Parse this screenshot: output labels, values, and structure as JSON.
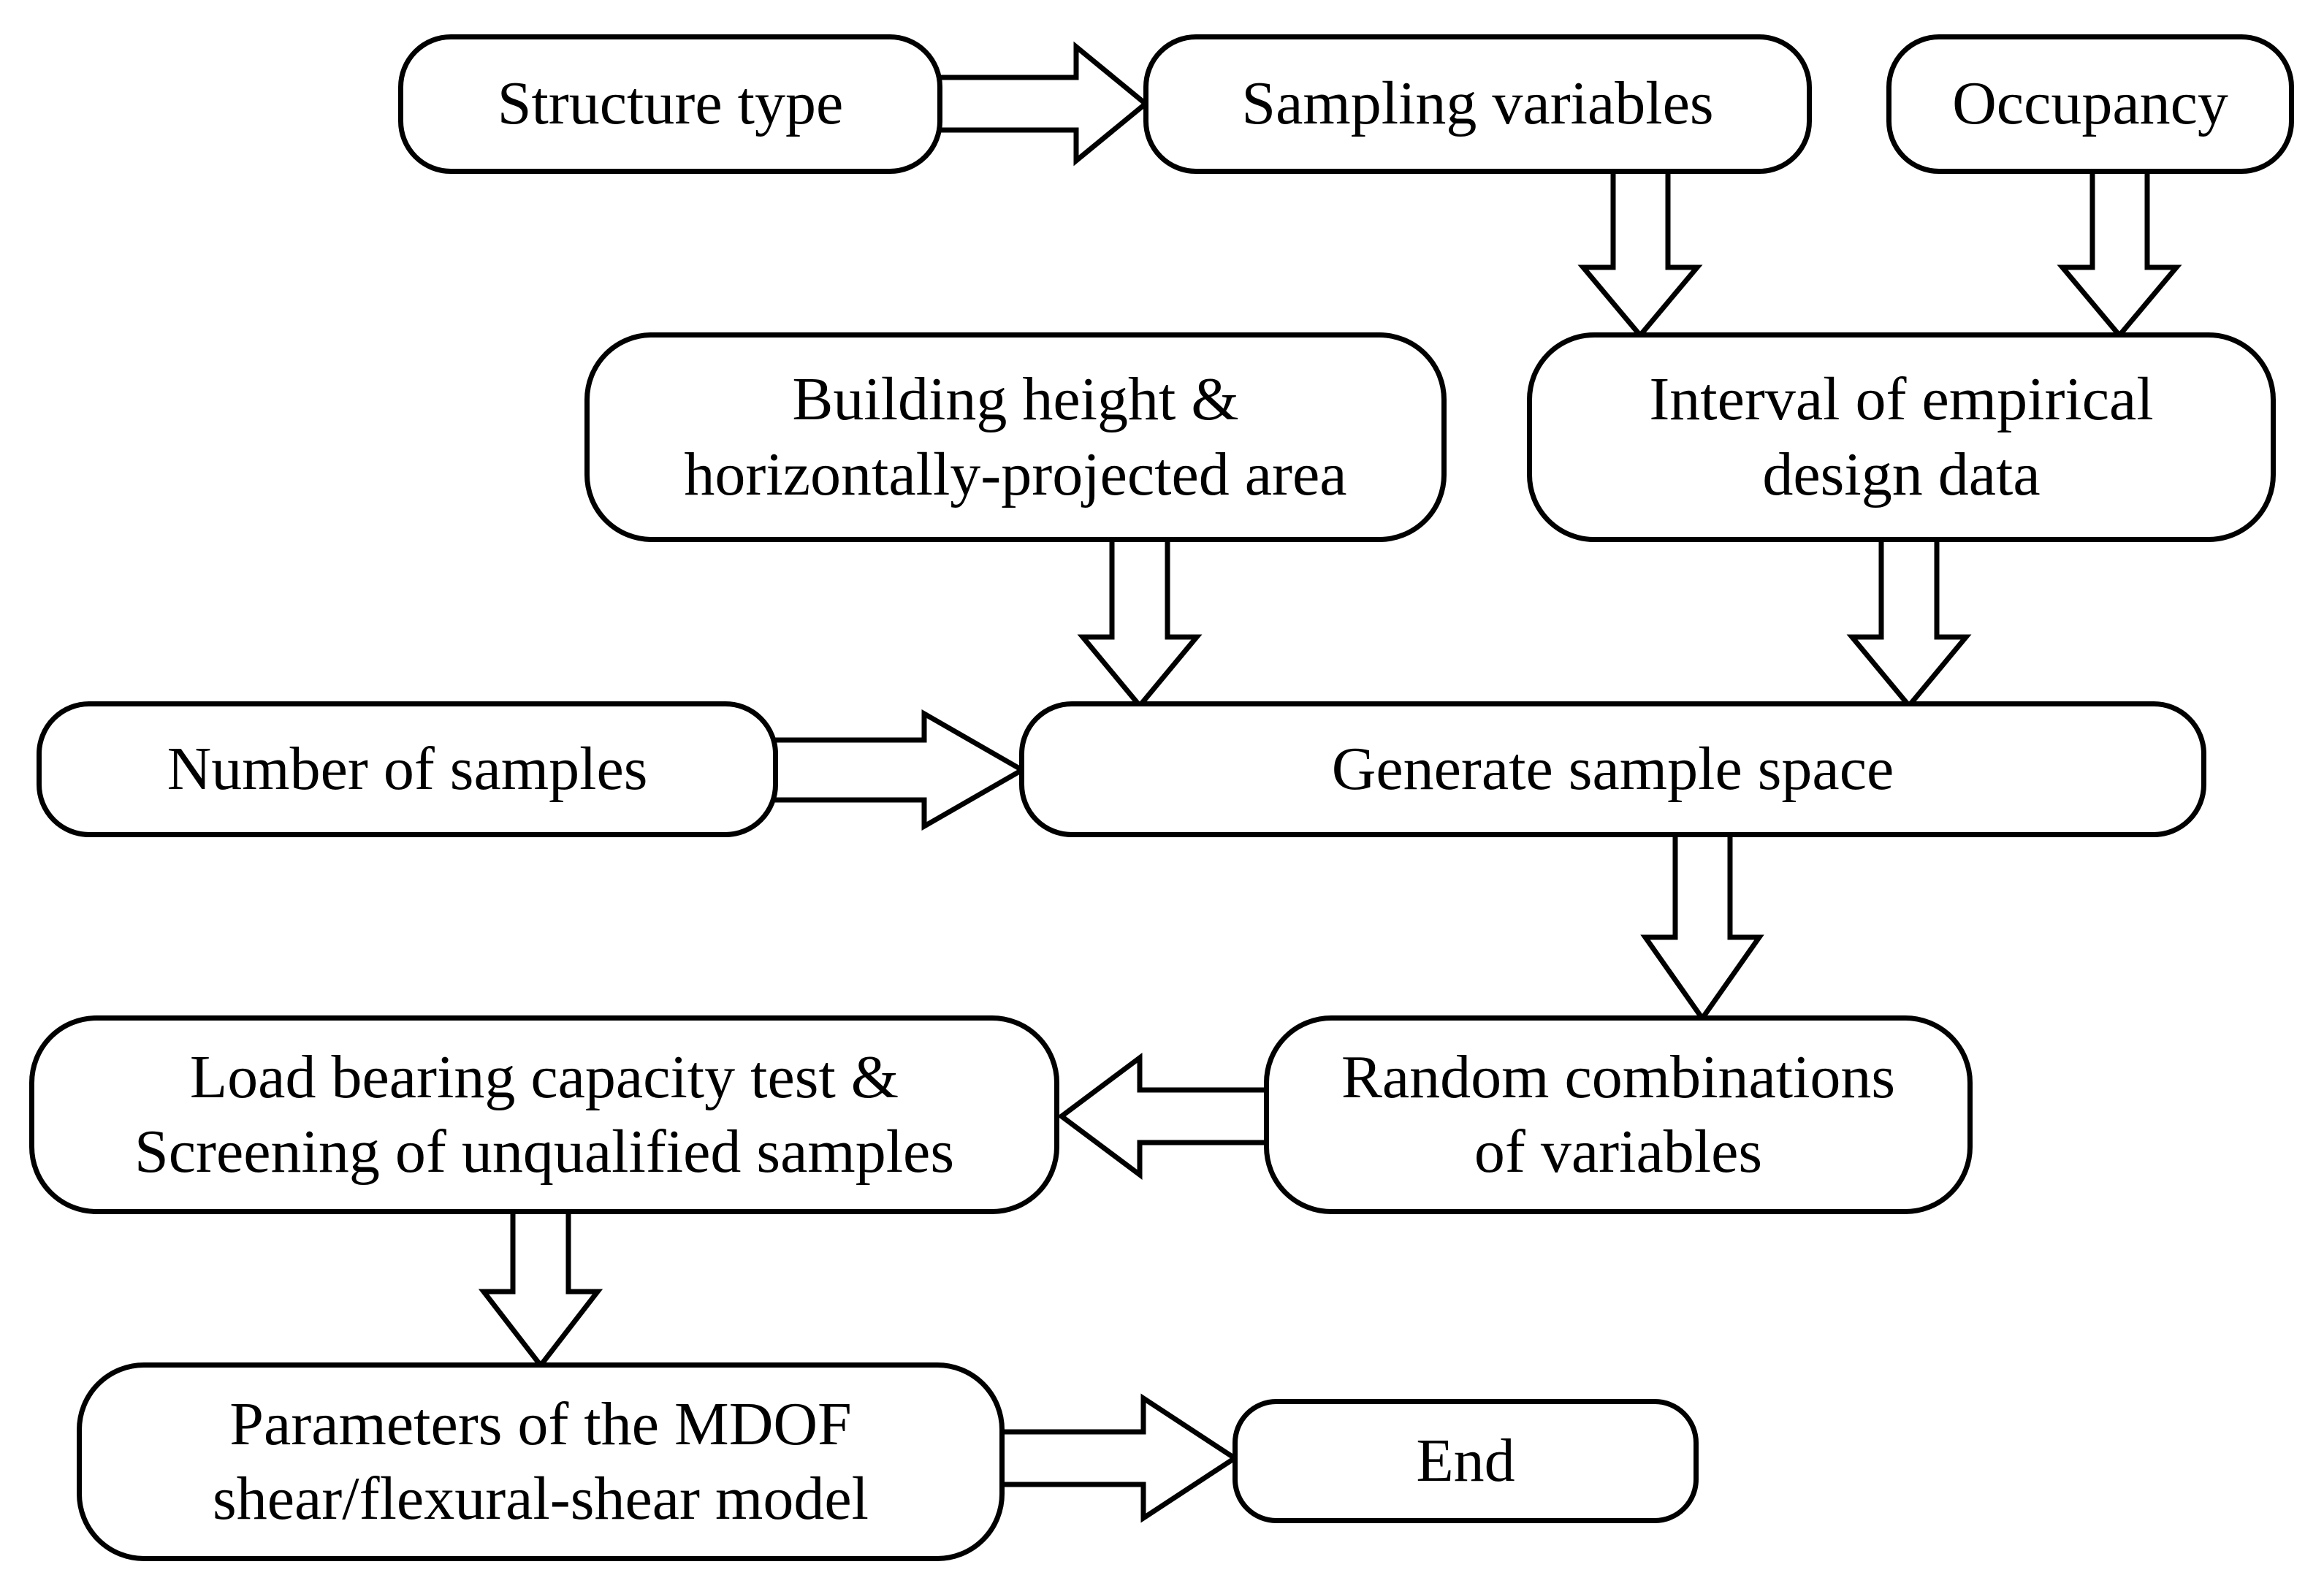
{
  "diagram": {
    "type": "flowchart",
    "background_color": "#ffffff",
    "node_fill_color": "#ffffff",
    "node_stroke_color": "#000000",
    "text_color": "#000000"
  },
  "nodes": {
    "structure_type": {
      "label": "Structure type"
    },
    "sampling_variables": {
      "label": "Sampling variables"
    },
    "occupancy": {
      "label": "Occupancy"
    },
    "building_height": {
      "line1": "Building height &",
      "line2": "horizontally-projected area"
    },
    "interval_empirical": {
      "line1": "Interval of empirical",
      "line2": "design data"
    },
    "number_of_samples": {
      "label": "Number of samples"
    },
    "generate_sample_space": {
      "label": "Generate sample space"
    },
    "load_bearing": {
      "line1": "Load bearing capacity test &",
      "line2": "Screening of unqualified samples"
    },
    "random_combinations": {
      "line1": "Random combinations",
      "line2": "of variables"
    },
    "parameters_mdof": {
      "line1": "Parameters of the MDOF",
      "line2": "shear/flexural-shear model"
    },
    "end": {
      "label": "End"
    }
  },
  "edges": [
    {
      "from": "structure_type",
      "to": "sampling_variables",
      "direction": "right"
    },
    {
      "from": "sampling_variables",
      "to": "interval_empirical",
      "direction": "down"
    },
    {
      "from": "occupancy",
      "to": "interval_empirical",
      "direction": "down"
    },
    {
      "from": "building_height",
      "to": "generate_sample_space",
      "direction": "down"
    },
    {
      "from": "interval_empirical",
      "to": "generate_sample_space",
      "direction": "down"
    },
    {
      "from": "number_of_samples",
      "to": "generate_sample_space",
      "direction": "right"
    },
    {
      "from": "generate_sample_space",
      "to": "random_combinations",
      "direction": "down"
    },
    {
      "from": "random_combinations",
      "to": "load_bearing",
      "direction": "left"
    },
    {
      "from": "load_bearing",
      "to": "parameters_mdof",
      "direction": "down"
    },
    {
      "from": "parameters_mdof",
      "to": "end",
      "direction": "right"
    }
  ]
}
